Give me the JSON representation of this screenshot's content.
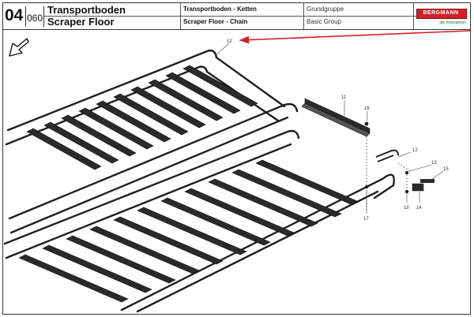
{
  "header": {
    "section_number": "04",
    "subsection_number": "060",
    "title_de": "Transportboden",
    "title_en": "Scraper Floor",
    "subtitle_de": "Transportboden - Ketten",
    "subtitle_en": "Scraper Floor - Chain",
    "group_de": "Grundgruppe",
    "group_en": "Basic Group",
    "brand": "BERGMANN",
    "brand_tagline": "die Innovativen"
  },
  "colors": {
    "brand_red": "#d0202a",
    "callout_arrow": "#d0202a",
    "line_art": "#1f1f1f"
  },
  "icons": {
    "direction": "arrow-left-down-icon"
  },
  "callouts": [
    "12",
    "11",
    "16",
    "12",
    "13",
    "15",
    "18",
    "14",
    "17"
  ]
}
